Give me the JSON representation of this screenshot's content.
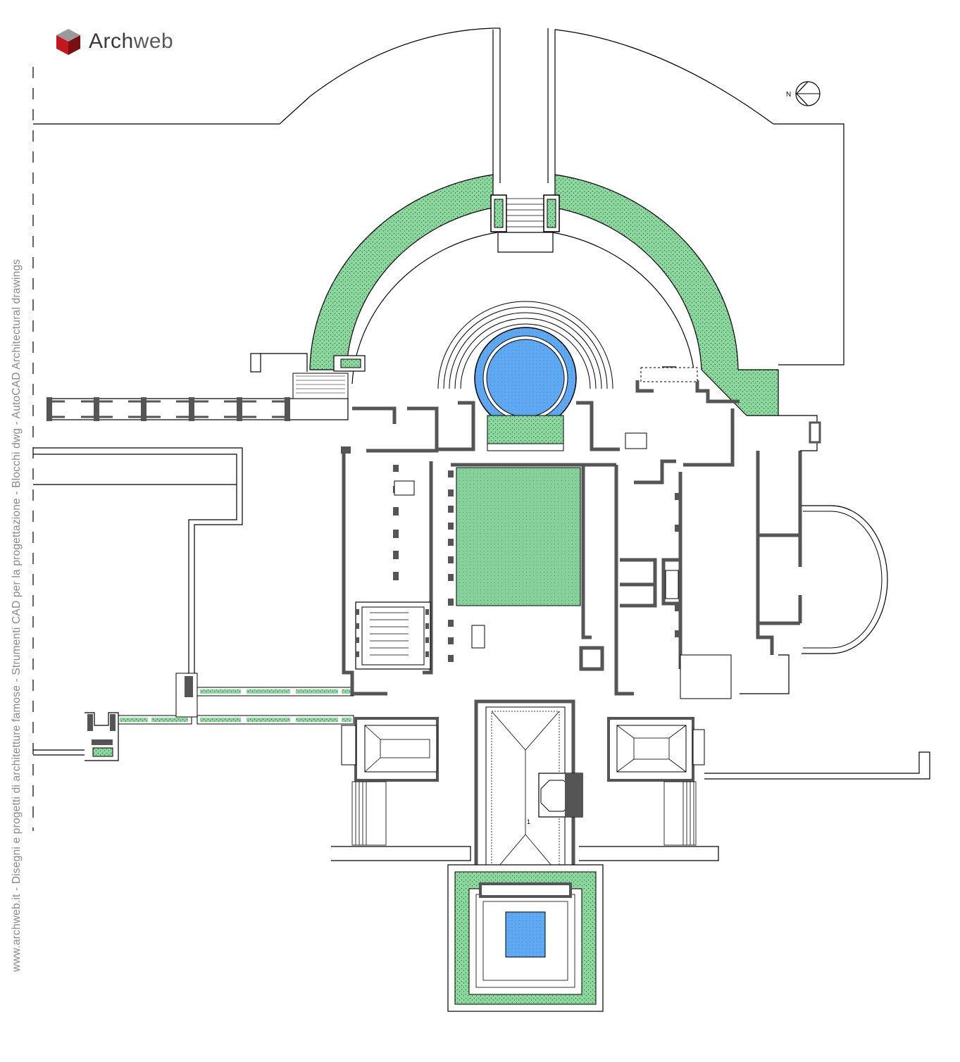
{
  "brand": {
    "name_part1": "Arch",
    "name_part2": "web",
    "logo_colors": {
      "top": "#9a9a9a",
      "left": "#c4161c",
      "right": "#7a0e11"
    }
  },
  "sidebar": {
    "text": "www.archweb.it -   Disegni e progetti di architetture famose  -  Strumenti CAD  per la progettazione  -  Blocchi dwg - AutoCAD Architectural drawings"
  },
  "plan": {
    "north_label": "N",
    "room_label": "1",
    "colors": {
      "lawn": "#7fcf8f",
      "lawn_pattern": "#1f8a3a",
      "court": "#8fd6a4",
      "water": "#5fa8f0",
      "wall": "#555555",
      "line": "#000000"
    }
  }
}
